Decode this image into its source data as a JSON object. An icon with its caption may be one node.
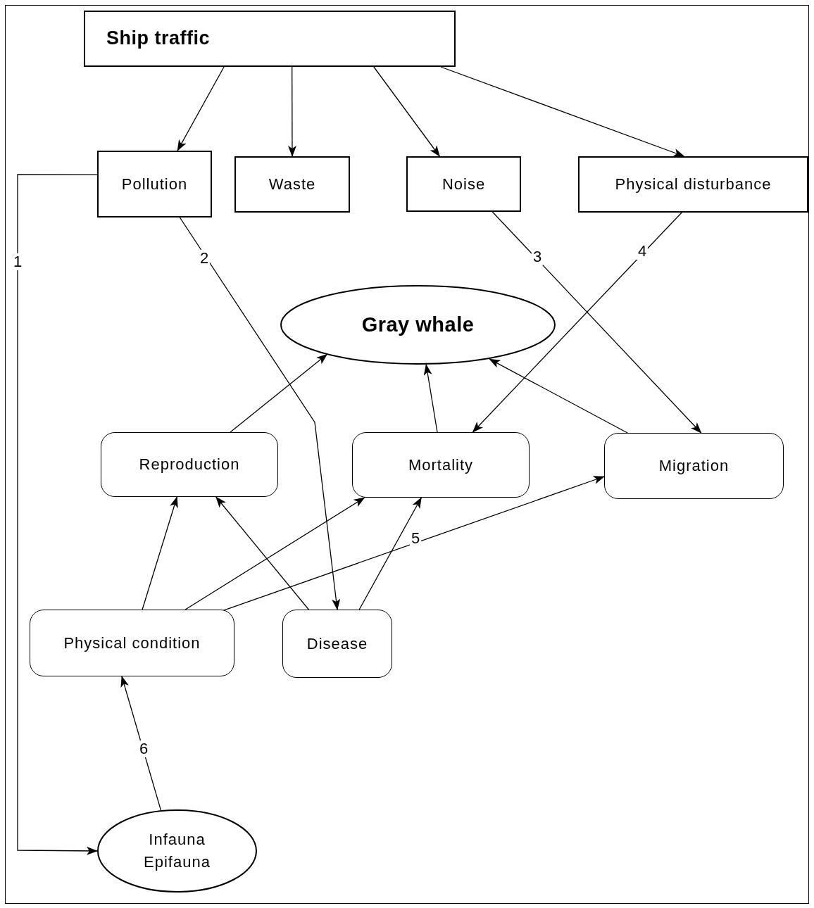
{
  "diagram": {
    "nodes": [
      {
        "text": [
          "Ship traffic"
        ]
      },
      {
        "text": [
          "Pollution"
        ]
      },
      {
        "text": [
          "Waste"
        ]
      },
      {
        "text": [
          "Noise"
        ]
      },
      {
        "text": [
          "Physical disturbance"
        ]
      },
      {
        "text": [
          "Gray whale"
        ]
      },
      {
        "text": [
          "Reproduction"
        ]
      },
      {
        "text": [
          "Mortality"
        ]
      },
      {
        "text": [
          "Migration"
        ]
      },
      {
        "text": [
          "Physical condition"
        ]
      },
      {
        "text": [
          "Disease"
        ]
      },
      {
        "text": [
          "Infauna Epifauna"
        ]
      }
    ],
    "edges": [
      {
        "from": 0,
        "to": 1,
        "arrow": "to"
      },
      {
        "from": 0,
        "to": 2,
        "arrow": "to"
      },
      {
        "from": 0,
        "to": 3,
        "arrow": "to"
      },
      {
        "from": 0,
        "to": 4,
        "arrow": "to"
      },
      {
        "from": 1,
        "to": 11,
        "arrow": "to",
        "label": "1"
      },
      {
        "from": 1,
        "to": 10,
        "arrow": "to",
        "label": "2"
      },
      {
        "from": 3,
        "to": 8,
        "arrow": "to",
        "label": "3"
      },
      {
        "from": 4,
        "to": 7,
        "arrow": "to",
        "label": "4"
      },
      {
        "from": 6,
        "to": 5,
        "arrow": "to"
      },
      {
        "from": 7,
        "to": 5,
        "arrow": "to"
      },
      {
        "from": 8,
        "to": 5,
        "arrow": "to"
      },
      {
        "from": 9,
        "to": 6,
        "arrow": "to"
      },
      {
        "from": 9,
        "to": 7,
        "arrow": "to"
      },
      {
        "from": 9,
        "to": 8,
        "arrow": "to",
        "label": "5"
      },
      {
        "from": 10,
        "to": 6,
        "arrow": "to"
      },
      {
        "from": 10,
        "to": 7,
        "arrow": "to"
      },
      {
        "from": 11,
        "to": 9,
        "arrow": "to",
        "label": "6"
      }
    ]
  }
}
